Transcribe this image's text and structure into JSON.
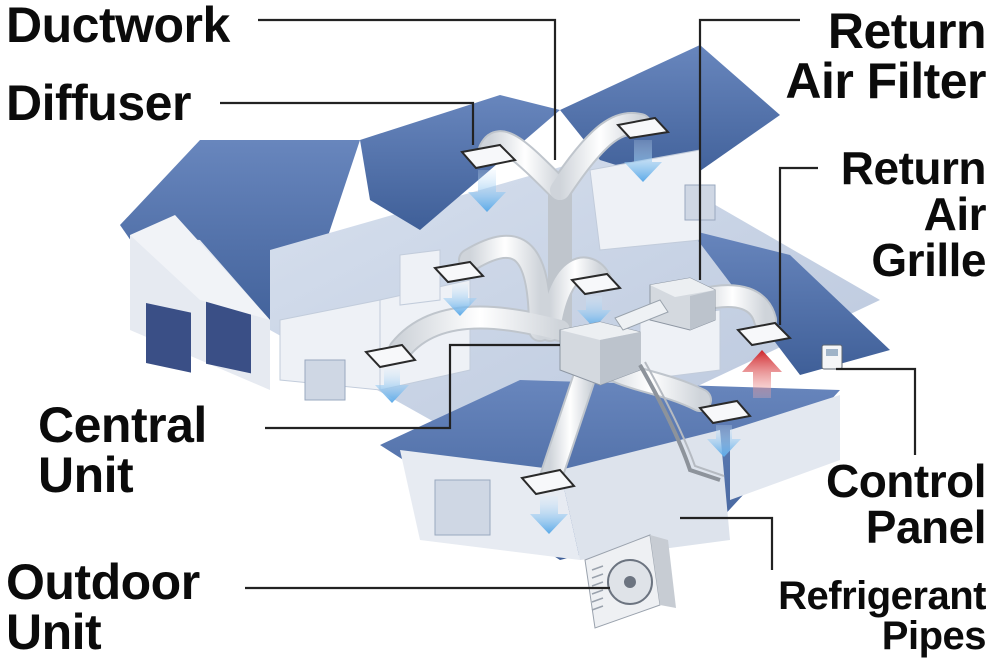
{
  "labels": {
    "ductwork": "Ductwork",
    "diffuser": "Diffuser",
    "return_air_filter": [
      "Return",
      "Air Filter"
    ],
    "return_air_grille": [
      "Return",
      "Air",
      "Grille"
    ],
    "central_unit": [
      "Central",
      "Unit"
    ],
    "control_panel": [
      "Control",
      "Panel"
    ],
    "outdoor_unit": [
      "Outdoor",
      "Unit"
    ],
    "refrigerant_pipes": [
      "Refrigerant",
      "Pipes"
    ]
  },
  "colors": {
    "roof": "#4f6fa8",
    "roof_dark": "#3b5a90",
    "wall": "#e8ecf2",
    "floor": "#c9d3e3",
    "duct": "#f2f2f2",
    "supply_arrow": "#6fb6ee",
    "return_arrow": "#d0262b",
    "leader": "#222222"
  }
}
